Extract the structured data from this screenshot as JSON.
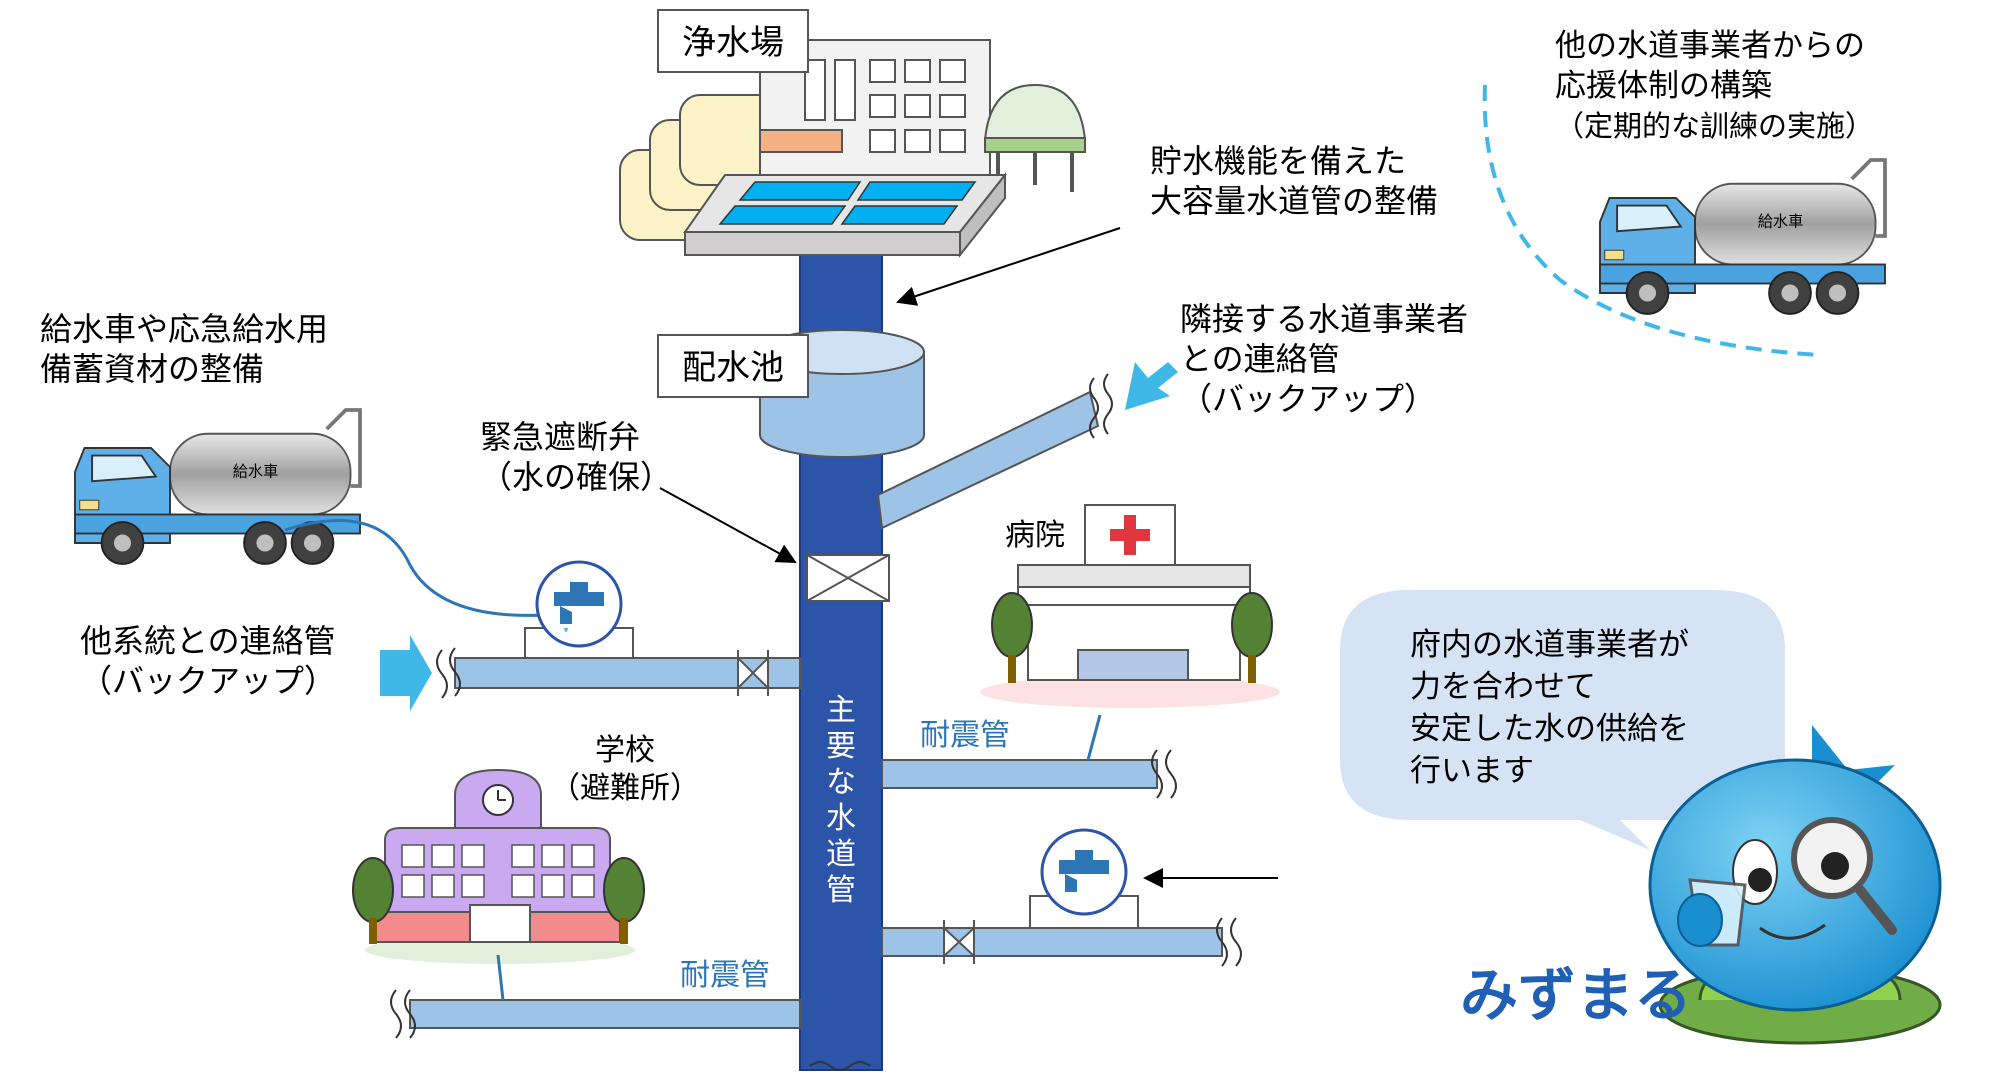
{
  "labels": {
    "purification_plant": "浄水場",
    "distribution_reservoir": "配水池",
    "storage_pipe_line1": "貯水機能を備えた",
    "storage_pipe_line2": "大容量水道管の整備",
    "neighbor_line1": "隣接する水道事業者",
    "neighbor_line2": "との連絡管",
    "neighbor_line3": "（バックアップ）",
    "support_line1": "他の水道事業者からの",
    "support_line2": "応援体制の構築",
    "support_line3": "（定期的な訓練の実施）",
    "truck_prep_line1": "給水車や応急給水用",
    "truck_prep_line2": "備蓄資材の整備",
    "valve_line1": "緊急遮断弁",
    "valve_line2": "（水の確保）",
    "hospital": "病院",
    "other_system_line1": "他系統との連絡管",
    "other_system_line2": "（バックアップ）",
    "school_line1": "学校",
    "school_line2": "（避難所）",
    "quake_pipe_right": "耐震管",
    "quake_pipe_left": "耐震管",
    "main_pipe": "主要な水道管",
    "speech_line1": "府内の水道事業者が",
    "speech_line2": "力を合わせて",
    "speech_line3": "安定した水の供給を",
    "speech_line4": "行います",
    "mascot_name": "みずまる",
    "truck_tank_text": "給水車"
  },
  "colors": {
    "main_pipe": "#2c54a8",
    "branch_pipe": "#9dc3e6",
    "arrow_cyan": "#3fb8e8",
    "label_blue": "#2e75b6",
    "dashed_blue": "#3fb8e8",
    "speech_bubble": "#d6e3f5",
    "mascot_blue": "#1fa4e0"
  }
}
